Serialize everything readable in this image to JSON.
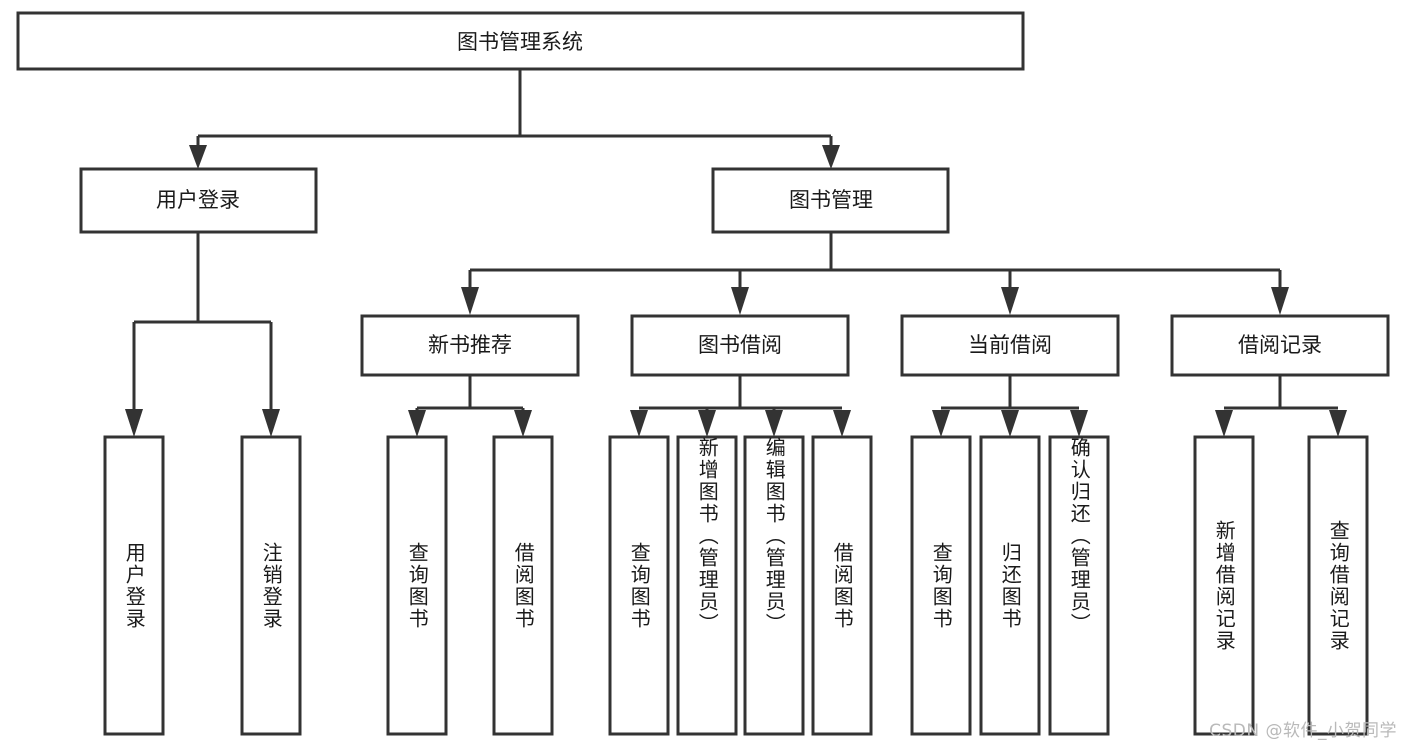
{
  "diagram": {
    "type": "tree-hierarchy-chart",
    "title": "图书管理系统",
    "orientation": "top-down",
    "colors": {
      "box_fill": "#ffffff",
      "box_stroke": "#333333",
      "connector": "#333333",
      "text": "#1a1a1a",
      "watermark": "#b9b9b9",
      "background": "#ffffff"
    },
    "root": {
      "label": "图书管理系统",
      "orientation": "horizontal"
    },
    "level2": [
      {
        "id": "user-login",
        "label": "用户登录",
        "orientation": "horizontal"
      },
      {
        "id": "book-manage",
        "label": "图书管理",
        "orientation": "horizontal"
      }
    ],
    "level3": [
      {
        "id": "new-book-recommend",
        "label": "新书推荐",
        "orientation": "horizontal",
        "parent": "book-manage"
      },
      {
        "id": "book-borrow",
        "label": "图书借阅",
        "orientation": "horizontal",
        "parent": "book-manage"
      },
      {
        "id": "current-borrow",
        "label": "当前借阅",
        "orientation": "horizontal",
        "parent": "book-manage"
      },
      {
        "id": "borrow-record",
        "label": "借阅记录",
        "orientation": "horizontal",
        "parent": "book-manage"
      }
    ],
    "leaves": [
      {
        "id": "leaf-user-login",
        "label": "用户登录",
        "parent": "user-login",
        "orientation": "vertical"
      },
      {
        "id": "leaf-user-logout",
        "label": "注销登录",
        "parent": "user-login",
        "orientation": "vertical"
      },
      {
        "id": "leaf-query-book-1",
        "label": "查询图书",
        "parent": "new-book-recommend",
        "orientation": "vertical"
      },
      {
        "id": "leaf-borrow-book-1",
        "label": "借阅图书",
        "parent": "new-book-recommend",
        "orientation": "vertical"
      },
      {
        "id": "leaf-query-book-2",
        "label": "查询图书",
        "parent": "book-borrow",
        "orientation": "vertical"
      },
      {
        "id": "leaf-add-book",
        "label": "新增图书（管理员）",
        "parent": "book-borrow",
        "orientation": "vertical"
      },
      {
        "id": "leaf-edit-book",
        "label": "编辑图书（管理员）",
        "parent": "book-borrow",
        "orientation": "vertical"
      },
      {
        "id": "leaf-borrow-book-2",
        "label": "借阅图书",
        "parent": "book-borrow",
        "orientation": "vertical"
      },
      {
        "id": "leaf-query-book-3",
        "label": "查询图书",
        "parent": "current-borrow",
        "orientation": "vertical"
      },
      {
        "id": "leaf-return-book",
        "label": "归还图书",
        "parent": "current-borrow",
        "orientation": "vertical"
      },
      {
        "id": "leaf-confirm-return",
        "label": "确认归还（管理员）",
        "parent": "current-borrow",
        "orientation": "vertical"
      },
      {
        "id": "leaf-add-record",
        "label": "新增借阅记录",
        "parent": "borrow-record",
        "orientation": "vertical"
      },
      {
        "id": "leaf-query-record",
        "label": "查询借阅记录",
        "parent": "borrow-record",
        "orientation": "vertical"
      }
    ]
  },
  "watermark": {
    "text": "CSDN @软件_小贺同学"
  }
}
